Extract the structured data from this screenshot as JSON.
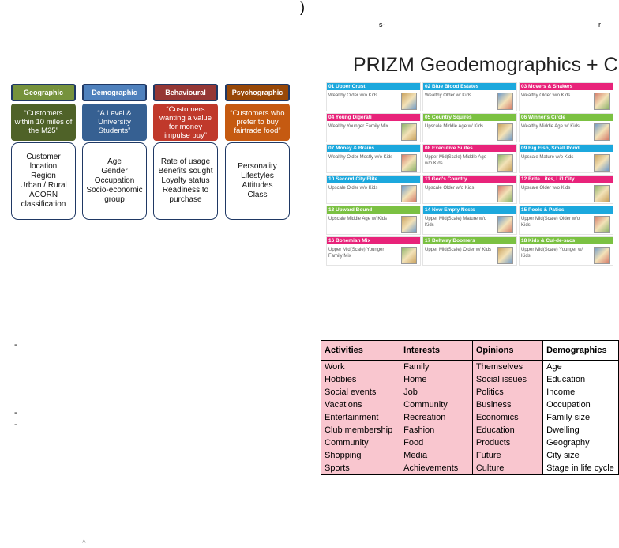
{
  "stray_marks": {
    "paren": ")",
    "s_dash": "s-",
    "r": "r",
    "dash1": "-",
    "dash2": "-",
    "dash3": "-",
    "caret": "^"
  },
  "segmentation": {
    "columns": [
      {
        "header": "Geographic",
        "quote": "“Customers within 10 miles of the M25”",
        "criteria": [
          "Customer",
          "location",
          "Region",
          "Urban / Rural",
          "ACORN",
          "classification"
        ],
        "color": "#4f6228",
        "header_color": "#76923c"
      },
      {
        "header": "Demographic",
        "quote": "“A Level & University Students”",
        "criteria": [
          "Age",
          "Gender",
          "Occupation",
          "Socio-economic",
          "group"
        ],
        "color": "#366092",
        "header_color": "#4f81bd"
      },
      {
        "header": "Behavioural",
        "quote": "“Customers wanting a value for money impulse buy”",
        "criteria": [
          "Rate of usage",
          "Benefits sought",
          "Loyalty status",
          "Readiness to",
          "purchase"
        ],
        "color": "#c0392b",
        "header_color": "#953735"
      },
      {
        "header": "Psychographic",
        "quote": "“Customers who prefer to buy fairtrade food”",
        "criteria": [
          "Personality",
          "Lifestyles",
          "Attitudes",
          "Class"
        ],
        "color": "#c55a11",
        "header_color": "#984807"
      }
    ]
  },
  "prizm": {
    "title": "PRIZM Geodemographics + CB",
    "tiles": [
      {
        "name": "01 Upper Crust",
        "desc": "Wealthy Older w/o Kids",
        "color": "#1ca8dd"
      },
      {
        "name": "02 Blue Blood Estates",
        "desc": "Wealthy Older w/ Kids",
        "color": "#1ca8dd"
      },
      {
        "name": "03 Movers & Shakers",
        "desc": "Wealthy Older w/o Kids",
        "color": "#e8237a"
      },
      {
        "name": "04 Young Digerati",
        "desc": "Wealthy Younger Family Mix",
        "color": "#e8237a"
      },
      {
        "name": "05 Country Squires",
        "desc": "Upscale Middle Age w/ Kids",
        "color": "#7bc142"
      },
      {
        "name": "06 Winner's Circle",
        "desc": "Wealthy Middle Age w/ Kids",
        "color": "#7bc142"
      },
      {
        "name": "07 Money & Brains",
        "desc": "Wealthy Older Mostly w/o Kids",
        "color": "#1ca8dd"
      },
      {
        "name": "08 Executive Suites",
        "desc": "Upper Mid(Scale) Middle Age w/o Kids",
        "color": "#e8237a"
      },
      {
        "name": "09 Big Fish, Small Pond",
        "desc": "Upscale Mature w/o Kids",
        "color": "#1ca8dd"
      },
      {
        "name": "10 Second City Elite",
        "desc": "Upscale Older w/o Kids",
        "color": "#1ca8dd"
      },
      {
        "name": "11 God's Country",
        "desc": "Upscale Older w/o Kids",
        "color": "#e8237a"
      },
      {
        "name": "12 Brite Lites, Li'l City",
        "desc": "Upscale Older w/o Kids",
        "color": "#e8237a"
      },
      {
        "name": "13 Upward Bound",
        "desc": "Upscale Middle Age w/ Kids",
        "color": "#7bc142"
      },
      {
        "name": "14 New Empty Nests",
        "desc": "Upper Mid(Scale) Mature w/o Kids",
        "color": "#1ca8dd"
      },
      {
        "name": "15 Pools & Patios",
        "desc": "Upper Mid(Scale) Older w/o Kids",
        "color": "#1ca8dd"
      },
      {
        "name": "16 Bohemian Mix",
        "desc": "Upper Mid(Scale) Younger Family Mix",
        "color": "#e8237a"
      },
      {
        "name": "17 Beltway Boomers",
        "desc": "Upper Mid(Scale) Older w/ Kids",
        "color": "#7bc142"
      },
      {
        "name": "18 Kids & Cul-de-sacs",
        "desc": "Upper Mid(Scale) Younger w/ Kids",
        "color": "#7bc142"
      }
    ]
  },
  "aio_table": {
    "headers": [
      "Activities",
      "Interests",
      "Opinions",
      "Demographics"
    ],
    "rows": [
      [
        "Work",
        "Family",
        "Themselves",
        "Age"
      ],
      [
        "Hobbies",
        "Home",
        "Social issues",
        "Education"
      ],
      [
        "Social events",
        "Job",
        "Politics",
        "Income"
      ],
      [
        "Vacations",
        "Community",
        "Business",
        "Occupation"
      ],
      [
        "Entertainment",
        "Recreation",
        "Economics",
        "Family size"
      ],
      [
        "Club membership",
        "Fashion",
        "Education",
        "Dwelling"
      ],
      [
        "Community",
        "Food",
        "Products",
        "Geography"
      ],
      [
        "Shopping",
        "Media",
        "Future",
        "City size"
      ],
      [
        "Sports",
        "Achievements",
        "Culture",
        "Stage in life cycle"
      ]
    ]
  }
}
